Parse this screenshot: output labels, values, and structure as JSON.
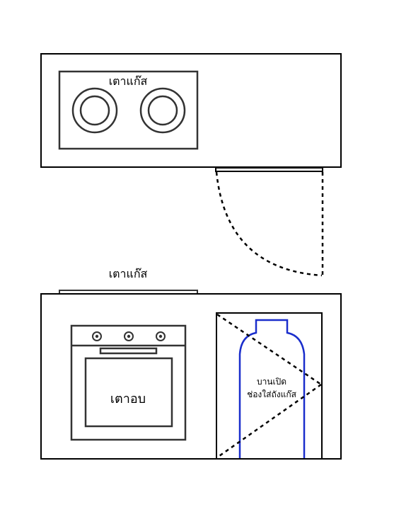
{
  "top_view": {
    "cooktop_label": "เตาแก๊ส"
  },
  "front_view": {
    "cooktop_label": "เตาแก๊ส",
    "oven_label": "เตาอบ",
    "cabinet_door_label_line1": "บานเปิด",
    "cabinet_door_label_line2": "ช่องใส่ถังแก๊ส"
  },
  "colors": {
    "line": "#333333",
    "outline": "#000000",
    "gas_tank": "#1a2ecc"
  },
  "icons": [
    "burner-icon",
    "knob-icon",
    "gas-tank-icon",
    "door-swing-icon"
  ]
}
